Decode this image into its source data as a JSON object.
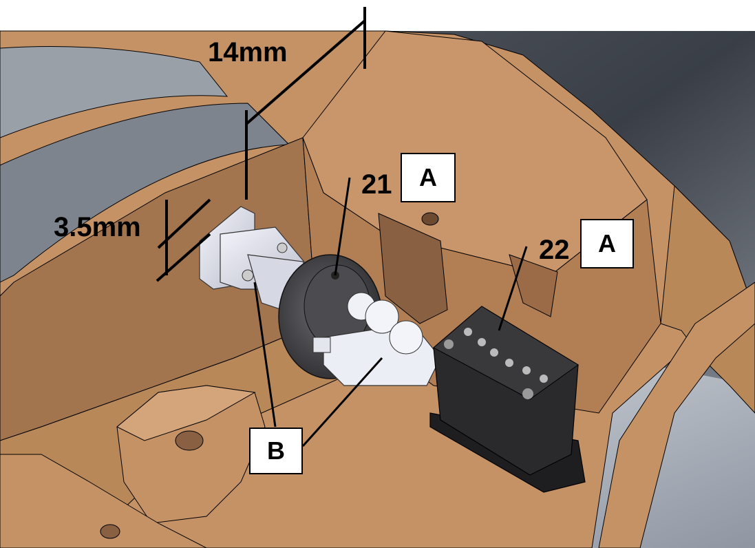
{
  "labels": {
    "dim_top": "14mm",
    "dim_left": "3.5mm",
    "part_21": "21",
    "part_22": "22",
    "callout_a1": "A",
    "callout_a2": "A",
    "callout_b": "B"
  },
  "colors": {
    "housing": "#c49265",
    "housing_dark": "#8a6042",
    "housing_light": "#d4a57a",
    "background_dark": "#3a3f47",
    "background_light": "#c7ccd3",
    "motor": "#e6e8f2",
    "fuse_box": "#2a2a2c",
    "line": "#000000"
  },
  "icons": [
    "motor-icon",
    "master-cylinder-icon",
    "fuse-box-icon"
  ]
}
